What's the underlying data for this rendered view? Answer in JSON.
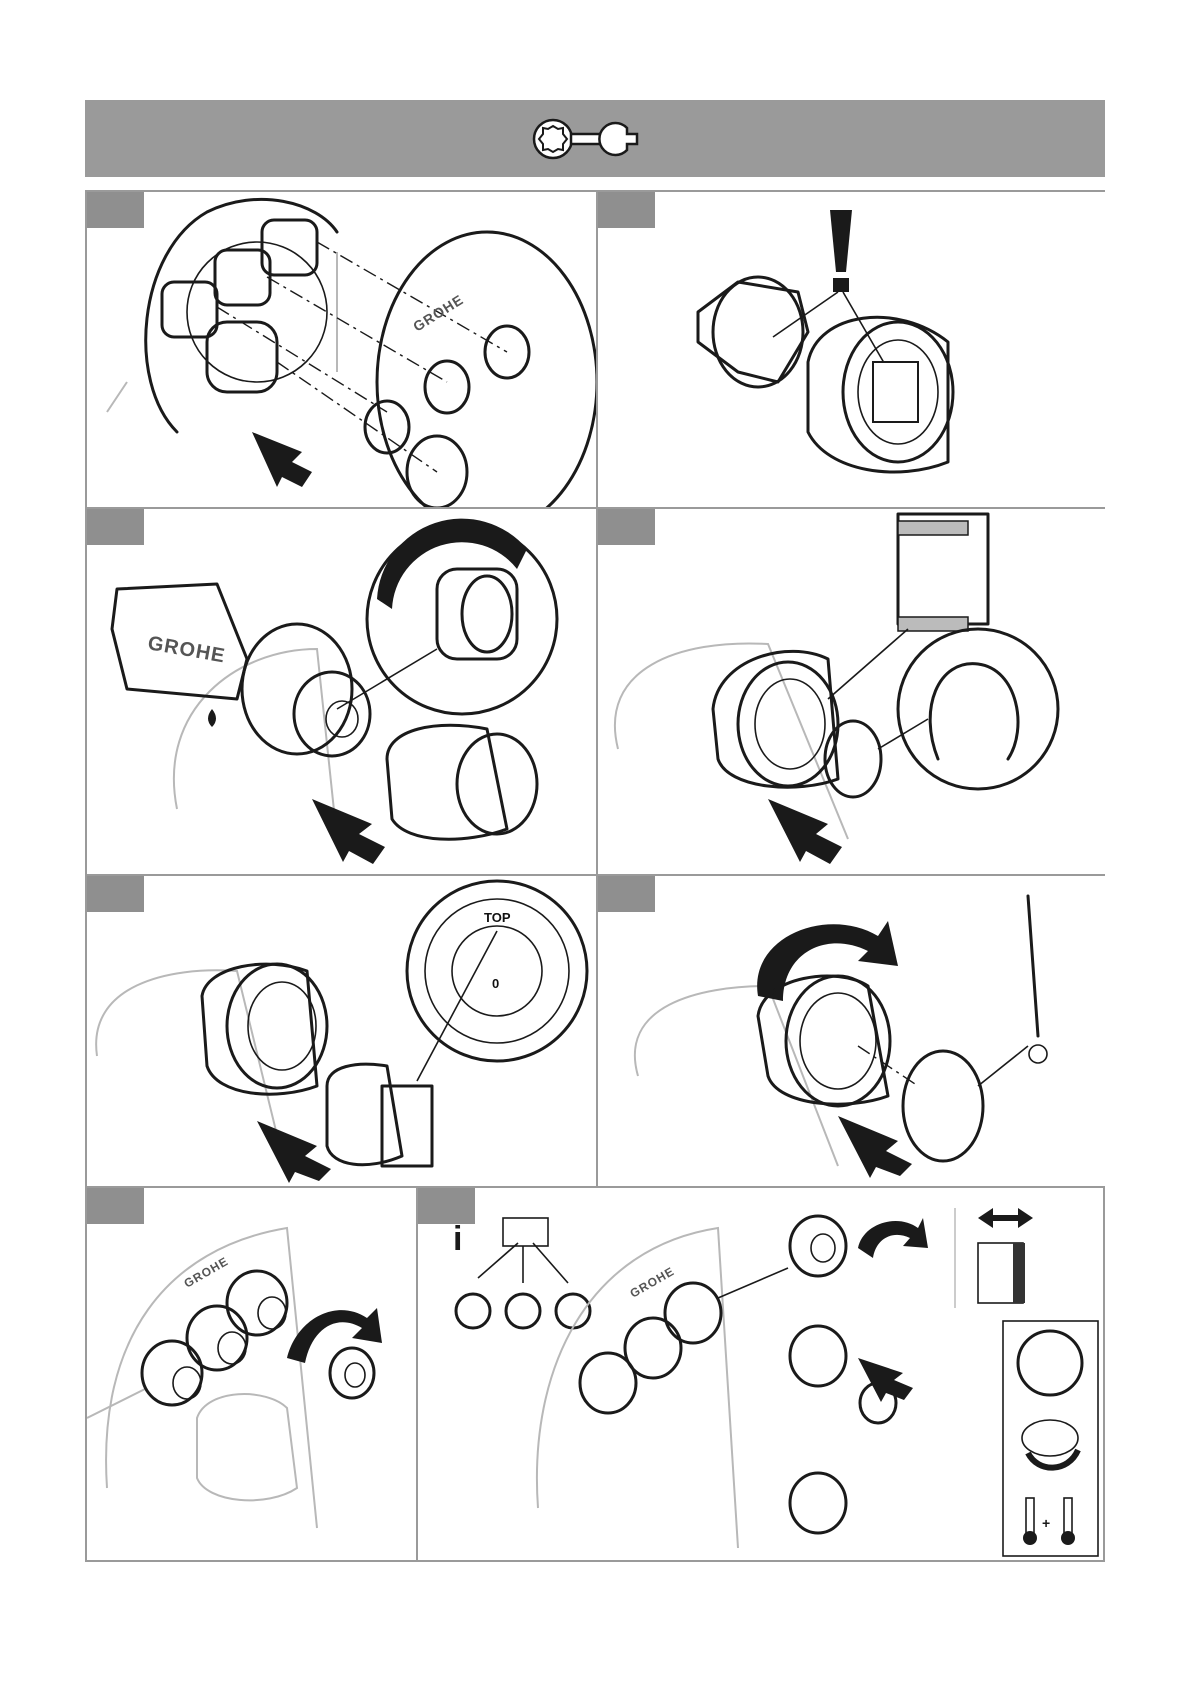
{
  "banner": {
    "icon": "wrench-icon",
    "color": "#9a9a9a"
  },
  "brand": {
    "logo_text": "GROHE"
  },
  "panels": [
    {
      "id": "p1",
      "number_badge": "",
      "content": "rosette-assembly"
    },
    {
      "id": "p2",
      "number_badge": "",
      "content": "adapter-warning"
    },
    {
      "id": "p3",
      "number_badge": "",
      "content": "grease-and-sleeve"
    },
    {
      "id": "p4",
      "number_badge": "",
      "content": "retaining-ring"
    },
    {
      "id": "p5",
      "number_badge": "",
      "content": "top-alignment"
    },
    {
      "id": "p6",
      "number_badge": "",
      "content": "cover-cap"
    },
    {
      "id": "p7",
      "number_badge": "",
      "content": "knob-mount"
    },
    {
      "id": "p8",
      "number_badge": "",
      "content": "button-caps"
    }
  ],
  "labels": {
    "top": "TOP",
    "zero": "0",
    "info": "i",
    "plus": "+"
  },
  "colors": {
    "panel_border": "#9a9a9a",
    "badge": "#8f8f8f",
    "ink": "#1a1a1a",
    "ghost": "#b8b8b8"
  }
}
